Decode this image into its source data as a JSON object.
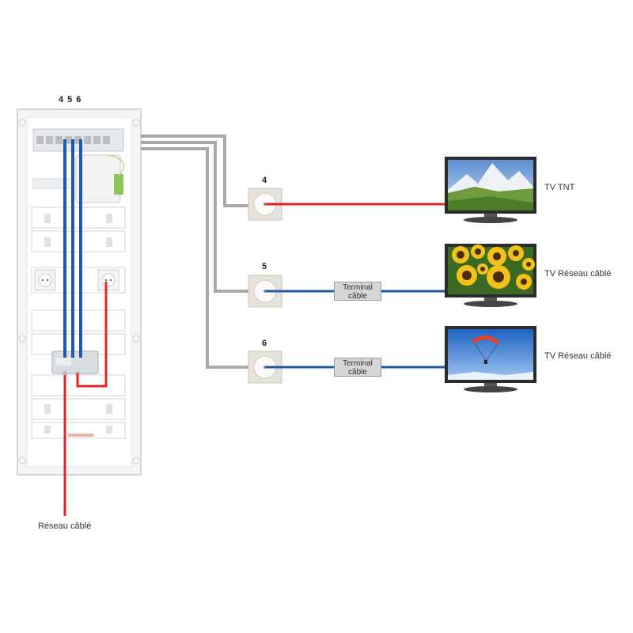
{
  "panel": {
    "header_digits": [
      "4",
      "5",
      "6"
    ]
  },
  "outlets": [
    {
      "number": "4"
    },
    {
      "number": "5"
    },
    {
      "number": "6"
    }
  ],
  "terminals": [
    {
      "line1": "Terminal",
      "line2": "câble"
    },
    {
      "line1": "Terminal",
      "line2": "câble"
    }
  ],
  "tvs": [
    {
      "label": "TV TNT",
      "screen": "mountains"
    },
    {
      "label": "TV Réseau câblé",
      "screen": "sunflowers"
    },
    {
      "label": "TV Réseau câblé",
      "screen": "paraglider"
    }
  ],
  "source": {
    "label": "Réseau câblé"
  },
  "colors": {
    "tnt_cable": "#e3242b",
    "cable_network": "#1f5aa6",
    "conduit": "#a9a9a9",
    "panel_frame": "#e9ecef"
  }
}
